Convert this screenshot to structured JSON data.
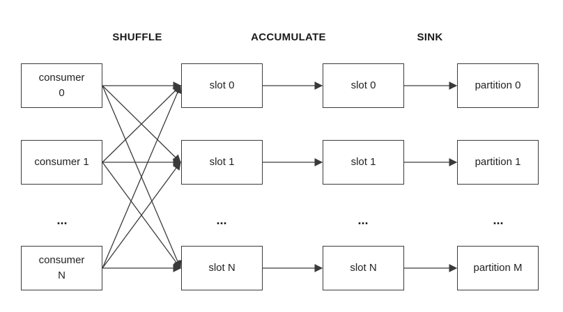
{
  "stages": [
    "SHUFFLE",
    "ACCUMULATE",
    "SINK"
  ],
  "consumers": [
    "consumer\n0",
    "consumer 1",
    "consumer\nN"
  ],
  "accumulate_slots": [
    "slot 0",
    "slot 1",
    "slot N"
  ],
  "sink_slots": [
    "slot 0",
    "slot 1",
    "slot N"
  ],
  "partitions": [
    "partition 0",
    "partition 1",
    "partition M"
  ],
  "ellipsis": "...",
  "colors": {
    "stroke": "#3a3a3a",
    "text": "#222222",
    "background": "#ffffff"
  }
}
